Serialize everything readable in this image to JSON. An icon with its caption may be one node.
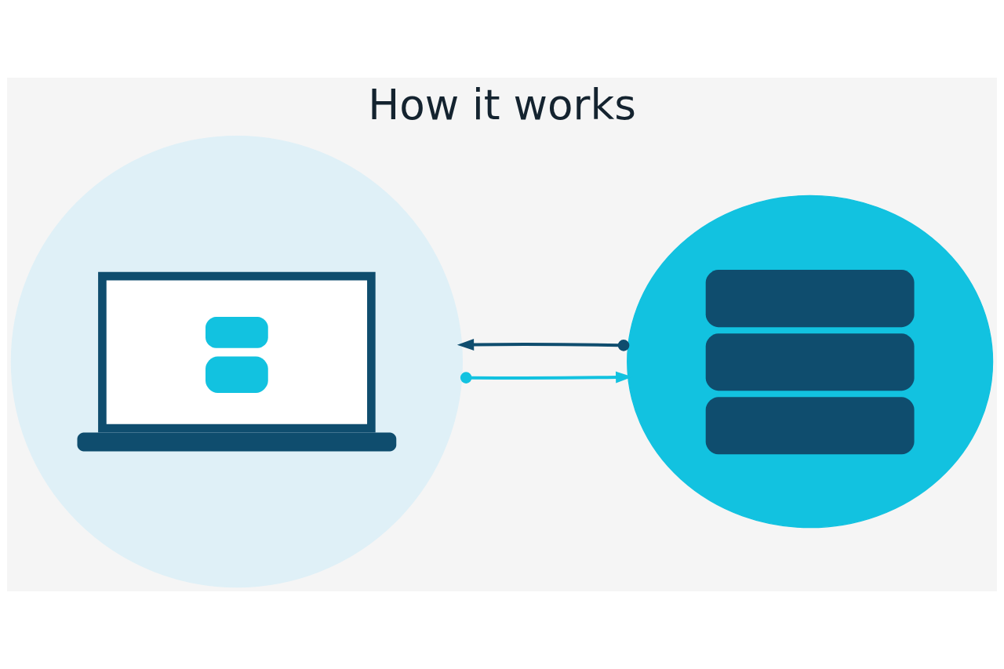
{
  "diagram": {
    "title": "How it works",
    "nodes": [
      {
        "text": [],
        "shape": "picture"
      },
      {
        "text": [],
        "shape": "cloud"
      }
    ],
    "edges": [
      {
        "from": 0,
        "to": 1,
        "arrow": "to",
        "color": "#12c2e0"
      },
      {
        "from": 1,
        "to": 0,
        "arrow": "to",
        "color": "#0f4d6e"
      }
    ]
  }
}
